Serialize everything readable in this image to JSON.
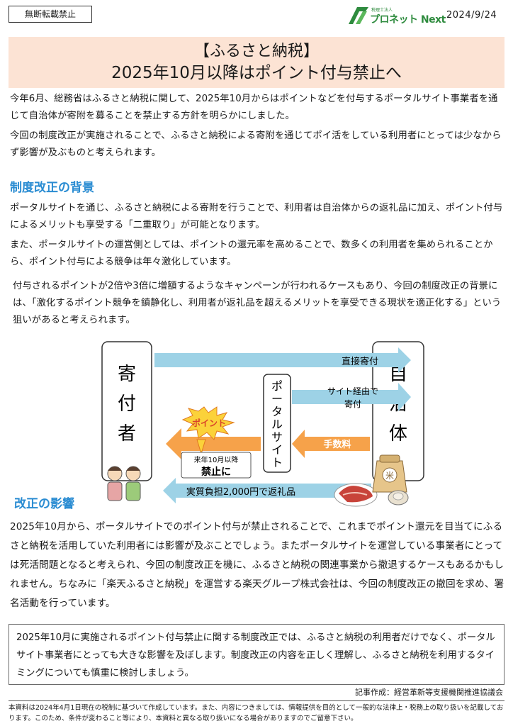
{
  "header": {
    "stamp": "無断転載禁止",
    "logo_small": "税理士法人",
    "logo_main": "プロネット Next",
    "date": "2024/9/24"
  },
  "title": {
    "line1": "【ふるさと納税】",
    "line2": "2025年10月以降はポイント付与禁止へ"
  },
  "intro": {
    "p1": "今年6月、総務省はふるさと納税に関して、2025年10月からはポイントなどを付与するポータルサイト事業者を通じて自治体が寄附を募ることを禁止する方針を明らかにしました。",
    "p2": "今回の制度改正が実施されることで、ふるさと納税による寄附を通じてポイ活をしている利用者にとっては少なからず影響が及ぶものと考えられます。"
  },
  "background": {
    "heading": "制度改正の背景",
    "p1": "ポータルサイトを通じ、ふるさと納税による寄附を行うことで、利用者は自治体からの返礼品に加え、ポイント付与によるメリットも享受する「二重取り」が可能となります。",
    "p2": "また、ポータルサイトの運営側としては、ポイントの還元率を高めることで、数多くの利用者を集められることから、ポイント付与による競争は年々激化しています。",
    "p3": "付与されるポイントが2倍や3倍に増額するようなキャンペーンが行われるケースもあり、今回の制度改正の背景には、「激化するポイント競争を鎮静化し、利用者が返礼品を超えるメリットを享受できる現状を適正化する」という狙いがあると考えられます。"
  },
  "diagram": {
    "donor": [
      "寄",
      "付",
      "者"
    ],
    "municipality": [
      "自",
      "治",
      "体"
    ],
    "portal": [
      "ポ",
      "ー",
      "タ",
      "ル",
      "サ",
      "イ",
      "ト"
    ],
    "arrow_direct": "直接寄付",
    "arrow_site_1": "サイト経由で",
    "arrow_site_2": "寄付",
    "arrow_fee": "手数料",
    "burst": "ポイント",
    "ban_small": "来年10月以降",
    "ban_big": "禁止に",
    "arrow_gift": "実質負担2,000円で返礼品",
    "rice": "米",
    "colors": {
      "arrow_blue": "#9dd2e6",
      "arrow_orange": "#f6a24a",
      "burst_yellow": "#fbd23a"
    }
  },
  "impact": {
    "heading": "改正の影響",
    "p1": "2025年10月から、ポータルサイトでのポイント付与が禁止されることで、これまでポイント還元を目当てにふるさと納税を活用していた利用者には影響が及ぶことでしょう。またポータルサイトを運営している事業者にとっては死活問題となると考えられ、今回の制度改正を機に、ふるさと納税の関連事業から撤退するケースもあるかもしれません。ちなみに「楽天ふるさと納税」を運営する楽天グループ株式会社は、今回の制度改正の撤回を求め、署名活動を行っています。"
  },
  "summary": "2025年10月に実施されるポイント付与禁止に関する制度改正では、ふるさと納税の利用者だけでなく、ポータルサイト事業者にとっても大きな影響を及ぼします。制度改正の内容を正しく理解し、ふるさと納税を利用するタイミングについても慎重に検討しましょう。",
  "credit": "記事作成：経営革新等支援機関推進協議会",
  "disclaimer": "本資料は2024年4月1日現在の税制に基づいて作成しています。また、内容につきましては、情報提供を目的として一般的な法律上・税務上の取り扱いを記載しております。このため、条件が変わること等により、本資料と異なる取り扱いになる場合がありますのでご留意下さい。"
}
